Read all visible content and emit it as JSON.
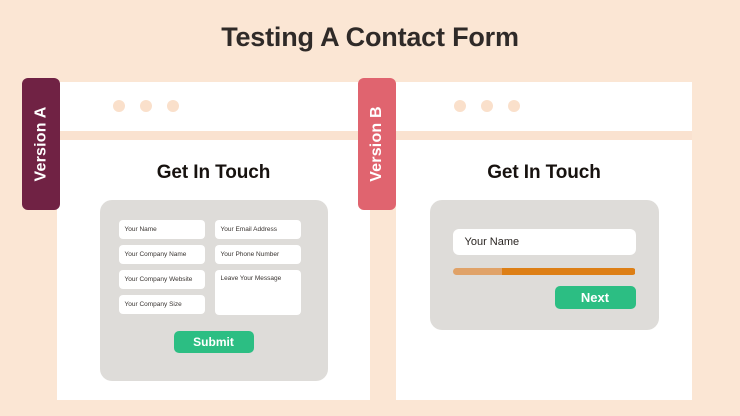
{
  "page": {
    "title": "Testing A Contact Form",
    "background_color": "#FBE6D4",
    "title_color": "#2F2A28"
  },
  "colors": {
    "version_a_tab": "#702244",
    "version_b_tab": "#E0646F",
    "form_panel_gray": "#DEDCD9",
    "button_green": "#2CBE83",
    "progress_done": "#E0A268",
    "progress_remaining": "#DD7F16",
    "chrome_dot": "#FAE0CB",
    "chrome_divider": "#FAE2D0",
    "card_white": "#FFFFFF"
  },
  "panels": [
    {
      "id": "version-a",
      "tab_label": "Version A",
      "tab_color": "#702244",
      "heading": "Get In Touch",
      "chrome_dots": [
        "dot-1",
        "dot-2",
        "dot-3"
      ],
      "fields_left": [
        {
          "placeholder": "Your Name",
          "name": "your-name-field"
        },
        {
          "placeholder": "Your Company Name",
          "name": "company-name-field"
        },
        {
          "placeholder": "Your Company Website",
          "name": "company-website-field"
        },
        {
          "placeholder": "Your Company Size",
          "name": "company-size-field"
        }
      ],
      "fields_right": [
        {
          "placeholder": "Your Email Address",
          "name": "email-field"
        },
        {
          "placeholder": "Your Phone Number",
          "name": "phone-field"
        },
        {
          "placeholder": "Leave Your Message",
          "name": "message-textarea"
        }
      ],
      "submit_label": "Submit"
    },
    {
      "id": "version-b",
      "tab_label": "Version B",
      "tab_color": "#E0646F",
      "heading": "Get In Touch",
      "chrome_dots": [
        "dot-1",
        "dot-2",
        "dot-3"
      ],
      "field": {
        "placeholder": "Your Name",
        "name": "your-name-field"
      },
      "progress": {
        "done_percent": 27,
        "remaining_percent": 73
      },
      "next_label": "Next"
    }
  ]
}
